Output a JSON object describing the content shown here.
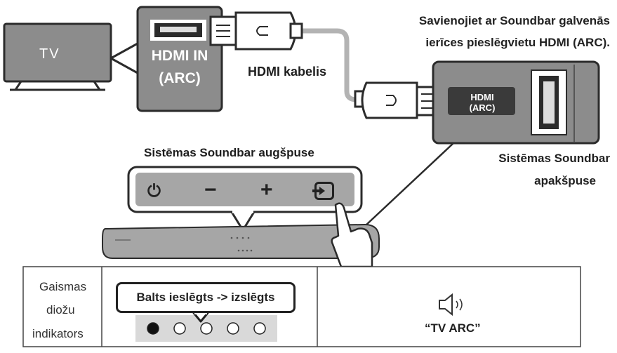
{
  "tv_label": "TV",
  "tv_port": {
    "line1": "HDMI IN",
    "line2": "(ARC)"
  },
  "cable_label": "HDMI kabelis",
  "instruction": {
    "line1": "Savienojiet ar Soundbar galvenās",
    "line2": "ierīces pieslēgvietu HDMI (ARC)."
  },
  "soundbar_port": {
    "line1": "HDMI",
    "line2": "(ARC)"
  },
  "bottom_label": {
    "line1": "Sistēmas Soundbar",
    "line2": "apakšpuse"
  },
  "top_label": "Sistēmas Soundbar augšpuse",
  "controls": [
    "power-icon",
    "minus-icon",
    "plus-icon",
    "source-icon"
  ],
  "table": {
    "header": {
      "line1": "Gaismas",
      "line2": "diožu",
      "line3": "indikators"
    },
    "status": "Balts ieslēgts -> izslēgts",
    "leds": [
      true,
      false,
      false,
      false,
      false
    ],
    "speaker_icon": "speaker-icon",
    "result": "“TV ARC”"
  },
  "colors": {
    "gray": "#8c8c8c",
    "dark": "#2b2b2b",
    "led_bg": "#d9d9d9",
    "cable": "#b3b3b3"
  }
}
